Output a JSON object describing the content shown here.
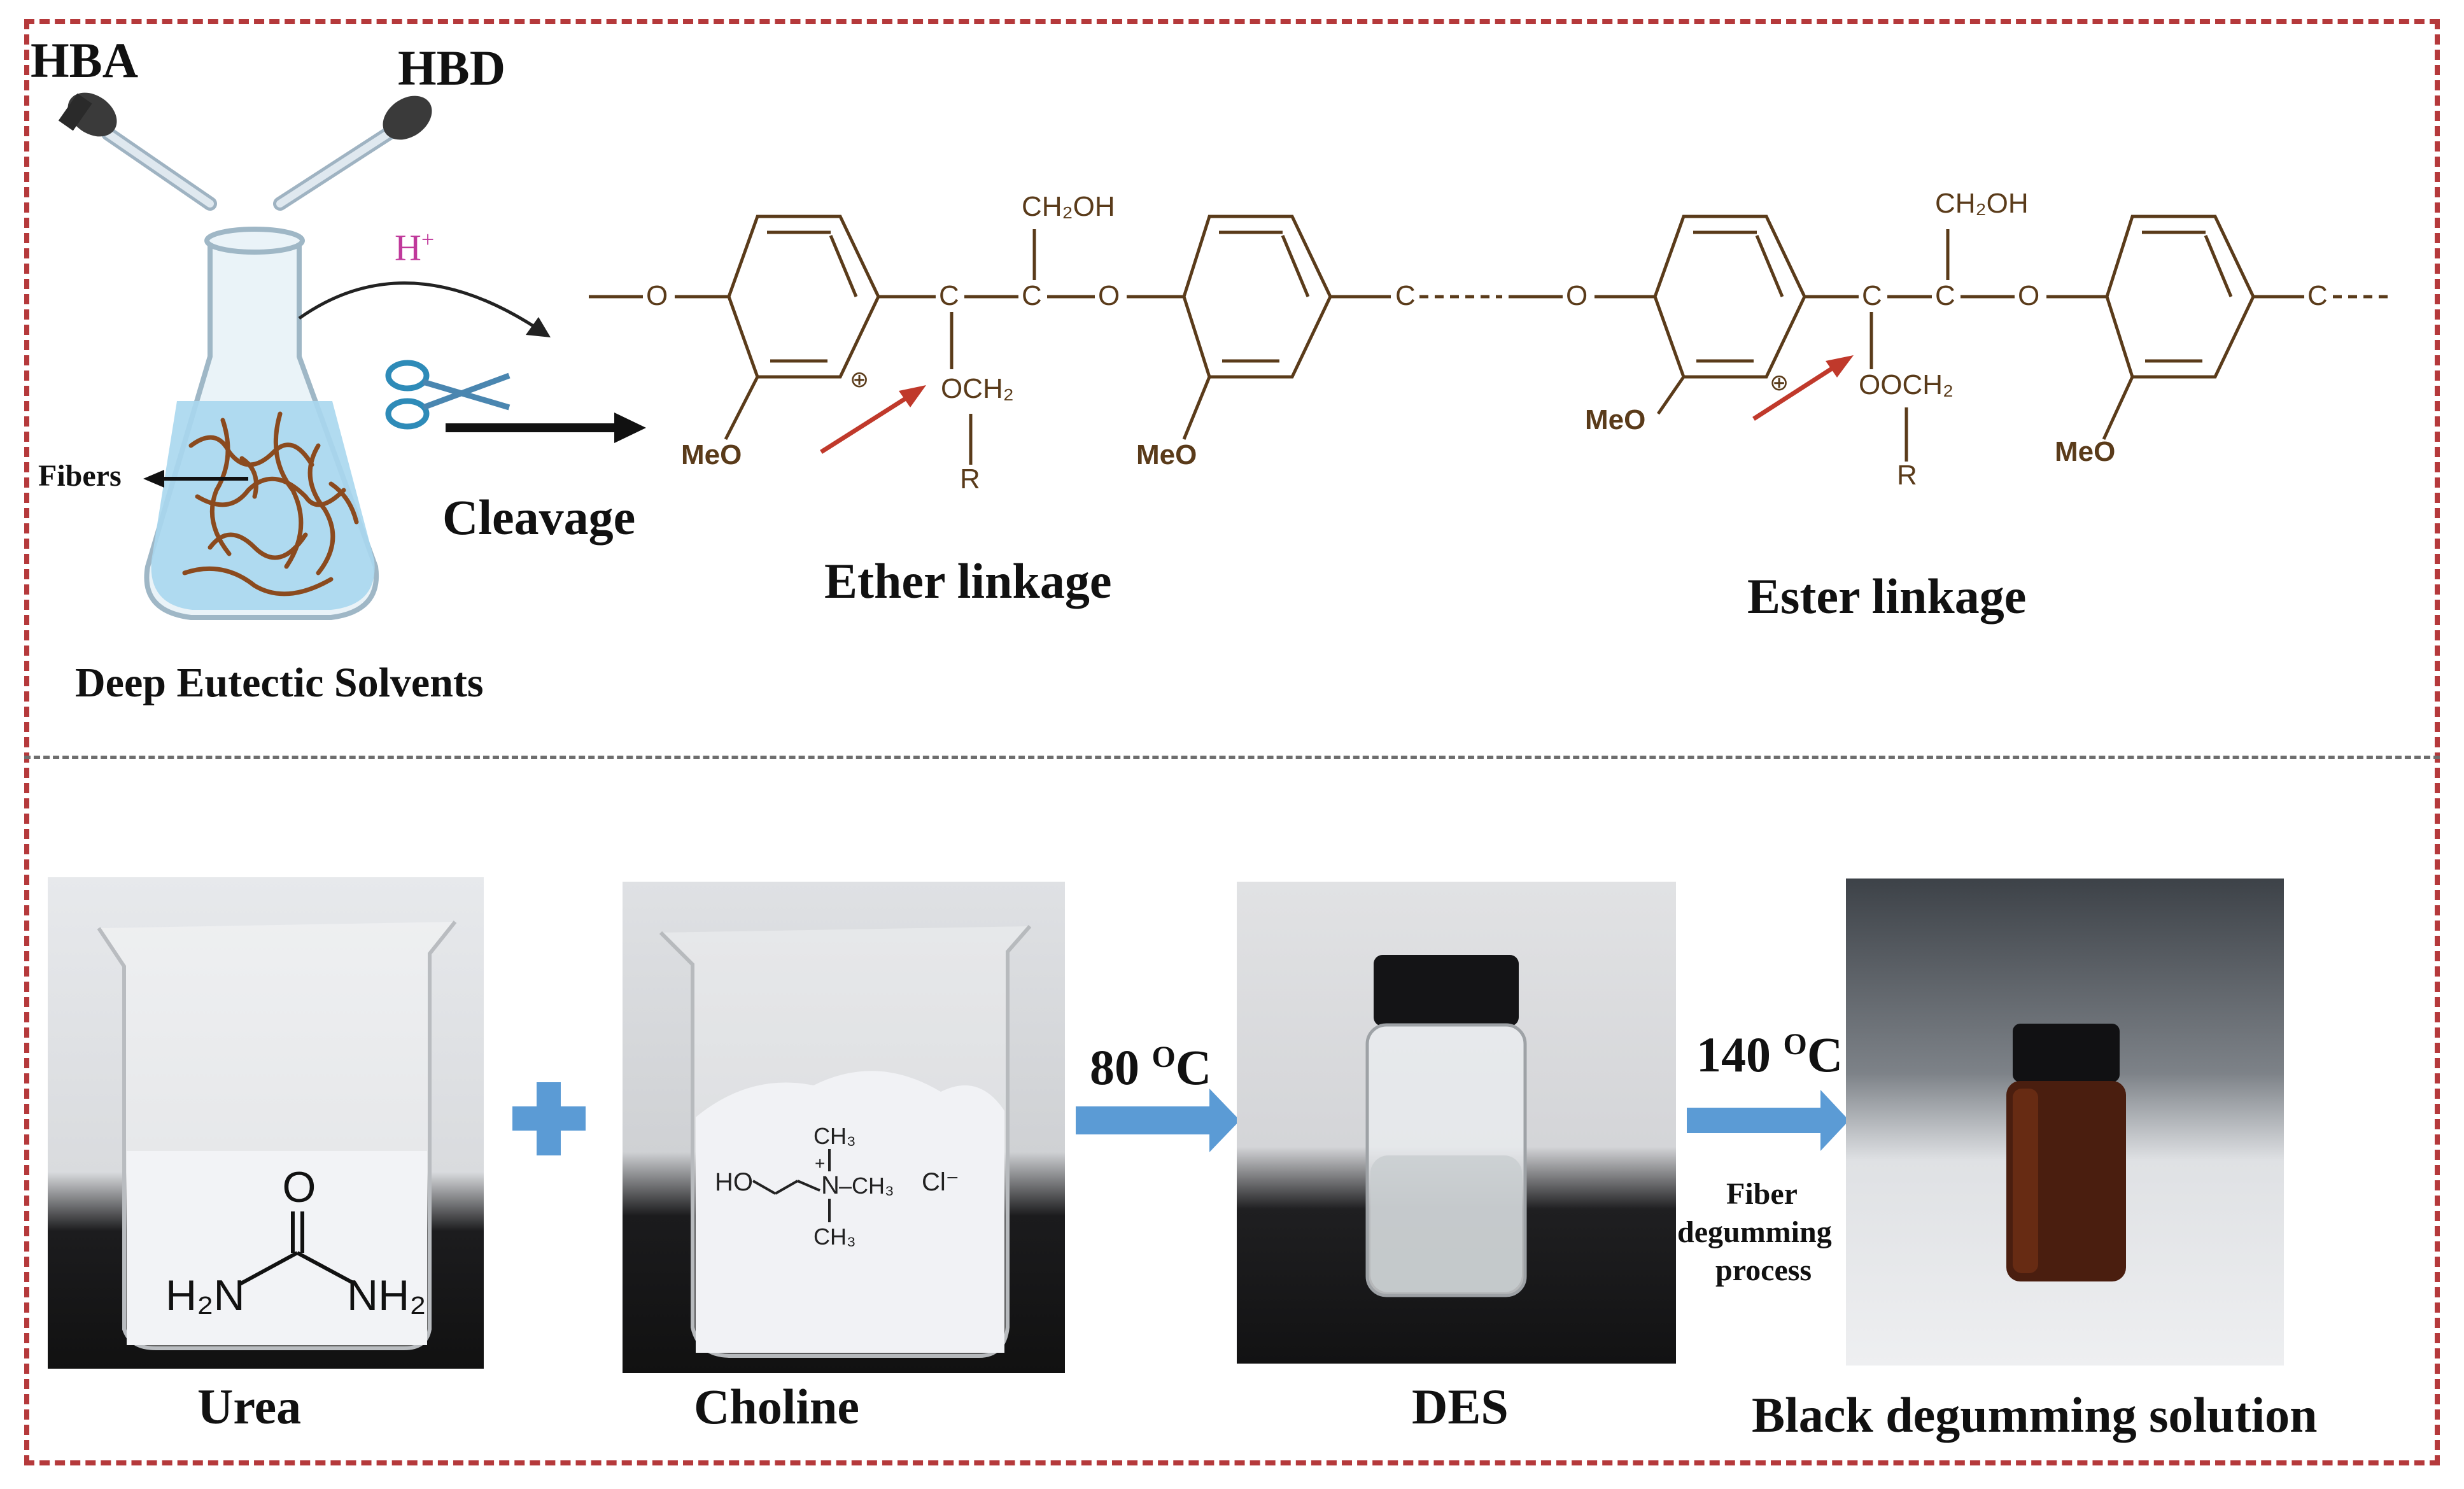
{
  "top_panel": {
    "hba_label": "HBA",
    "hbd_label": "HBD",
    "h_plus_label": "H",
    "h_plus_sup": "+",
    "fibers_label": "Fibers",
    "cleavage_label": "Cleavage",
    "flask_caption": "Deep Eutectic Solvents",
    "ether_caption": "Ether linkage",
    "ester_caption": "Ester linkage",
    "ether_structure": {
      "ch2oh": "CH₂OH",
      "c1": "C",
      "c2": "C",
      "o_left": "O",
      "o_mid": "O",
      "och2": "OCH₂",
      "r": "R",
      "meo_left": "MeO",
      "meo_right": "MeO",
      "c_end": "C",
      "plus": "⊕"
    },
    "ester_structure": {
      "ch2oh": "CH₂OH",
      "c1": "C",
      "c2": "C",
      "o_left": "O",
      "o_mid": "O",
      "ooch2": "OOCH₂",
      "r": "R",
      "meo_left": "MeO",
      "meo_right": "MeO",
      "c_end": "C",
      "plus": "⊕"
    }
  },
  "bottom_panel": {
    "urea_caption": "Urea",
    "choline_caption": "Choline",
    "des_caption": "DES",
    "black_caption": "Black degumming solution",
    "step1_temp": "80 ",
    "step1_sup": "O",
    "step1_unit": "C",
    "step2_temp": "140 ",
    "step2_sup": "O",
    "step2_unit": "C",
    "step2_note_line1": "Fiber",
    "step2_note_line2": "degumming",
    "step2_note_line3": "process",
    "urea_structure": {
      "o": "O",
      "h2n": "H₂N",
      "nh2": "NH₂"
    },
    "choline_structure": {
      "ho": "HO",
      "n": "N",
      "plus": "+",
      "ch3_top": "CH₃",
      "ch3_right": "–CH₃",
      "ch3_bottom": "CH₃",
      "cl": "Cl⁻"
    }
  },
  "colors": {
    "frame": "#b5393b",
    "divider": "#6e6e6e",
    "arrow_blue": "#5b9bd5",
    "hplus": "#c0399b",
    "red_arrow": "#c0392b",
    "chem_text": "#5a3b1a",
    "liquid": "#bfe3f2",
    "fiber": "#8b4a1e"
  },
  "icons": [
    "dropper-icon",
    "flask-icon",
    "scissors-icon",
    "plus-icon",
    "right-arrow-icon"
  ]
}
